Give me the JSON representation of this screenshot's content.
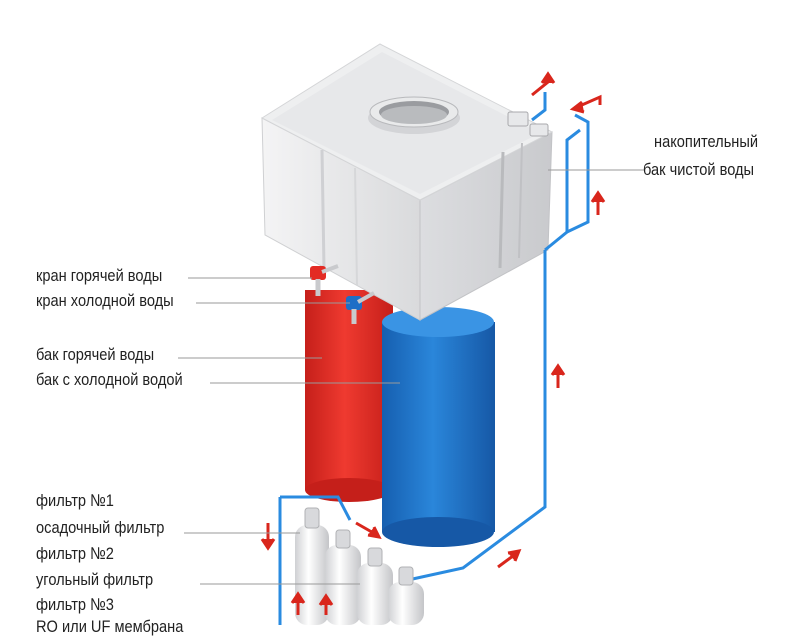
{
  "labels": {
    "storage_tank": [
      "накопительный",
      "бак чистой воды"
    ],
    "hot_tap": "кран горячей воды",
    "cold_tap": "кран холодной воды",
    "hot_tank": "бак горячей воды",
    "cold_tank": "бак с холодной водой",
    "filter1": "фильтр №1",
    "sediment_filter": "осадочный фильтр",
    "filter2": "фильтр №2",
    "carbon_filter": "угольный фильтр",
    "filter3": "фильтр №3",
    "membrane": "RO или UF мембрана"
  },
  "colors": {
    "hot": "#e32b24",
    "cold": "#1e6ec6",
    "pipe_blue": "#2a8be0",
    "arrow_red": "#d9261c",
    "tank_grey": "#e6e7e9",
    "leader": "#9a9a9a"
  }
}
